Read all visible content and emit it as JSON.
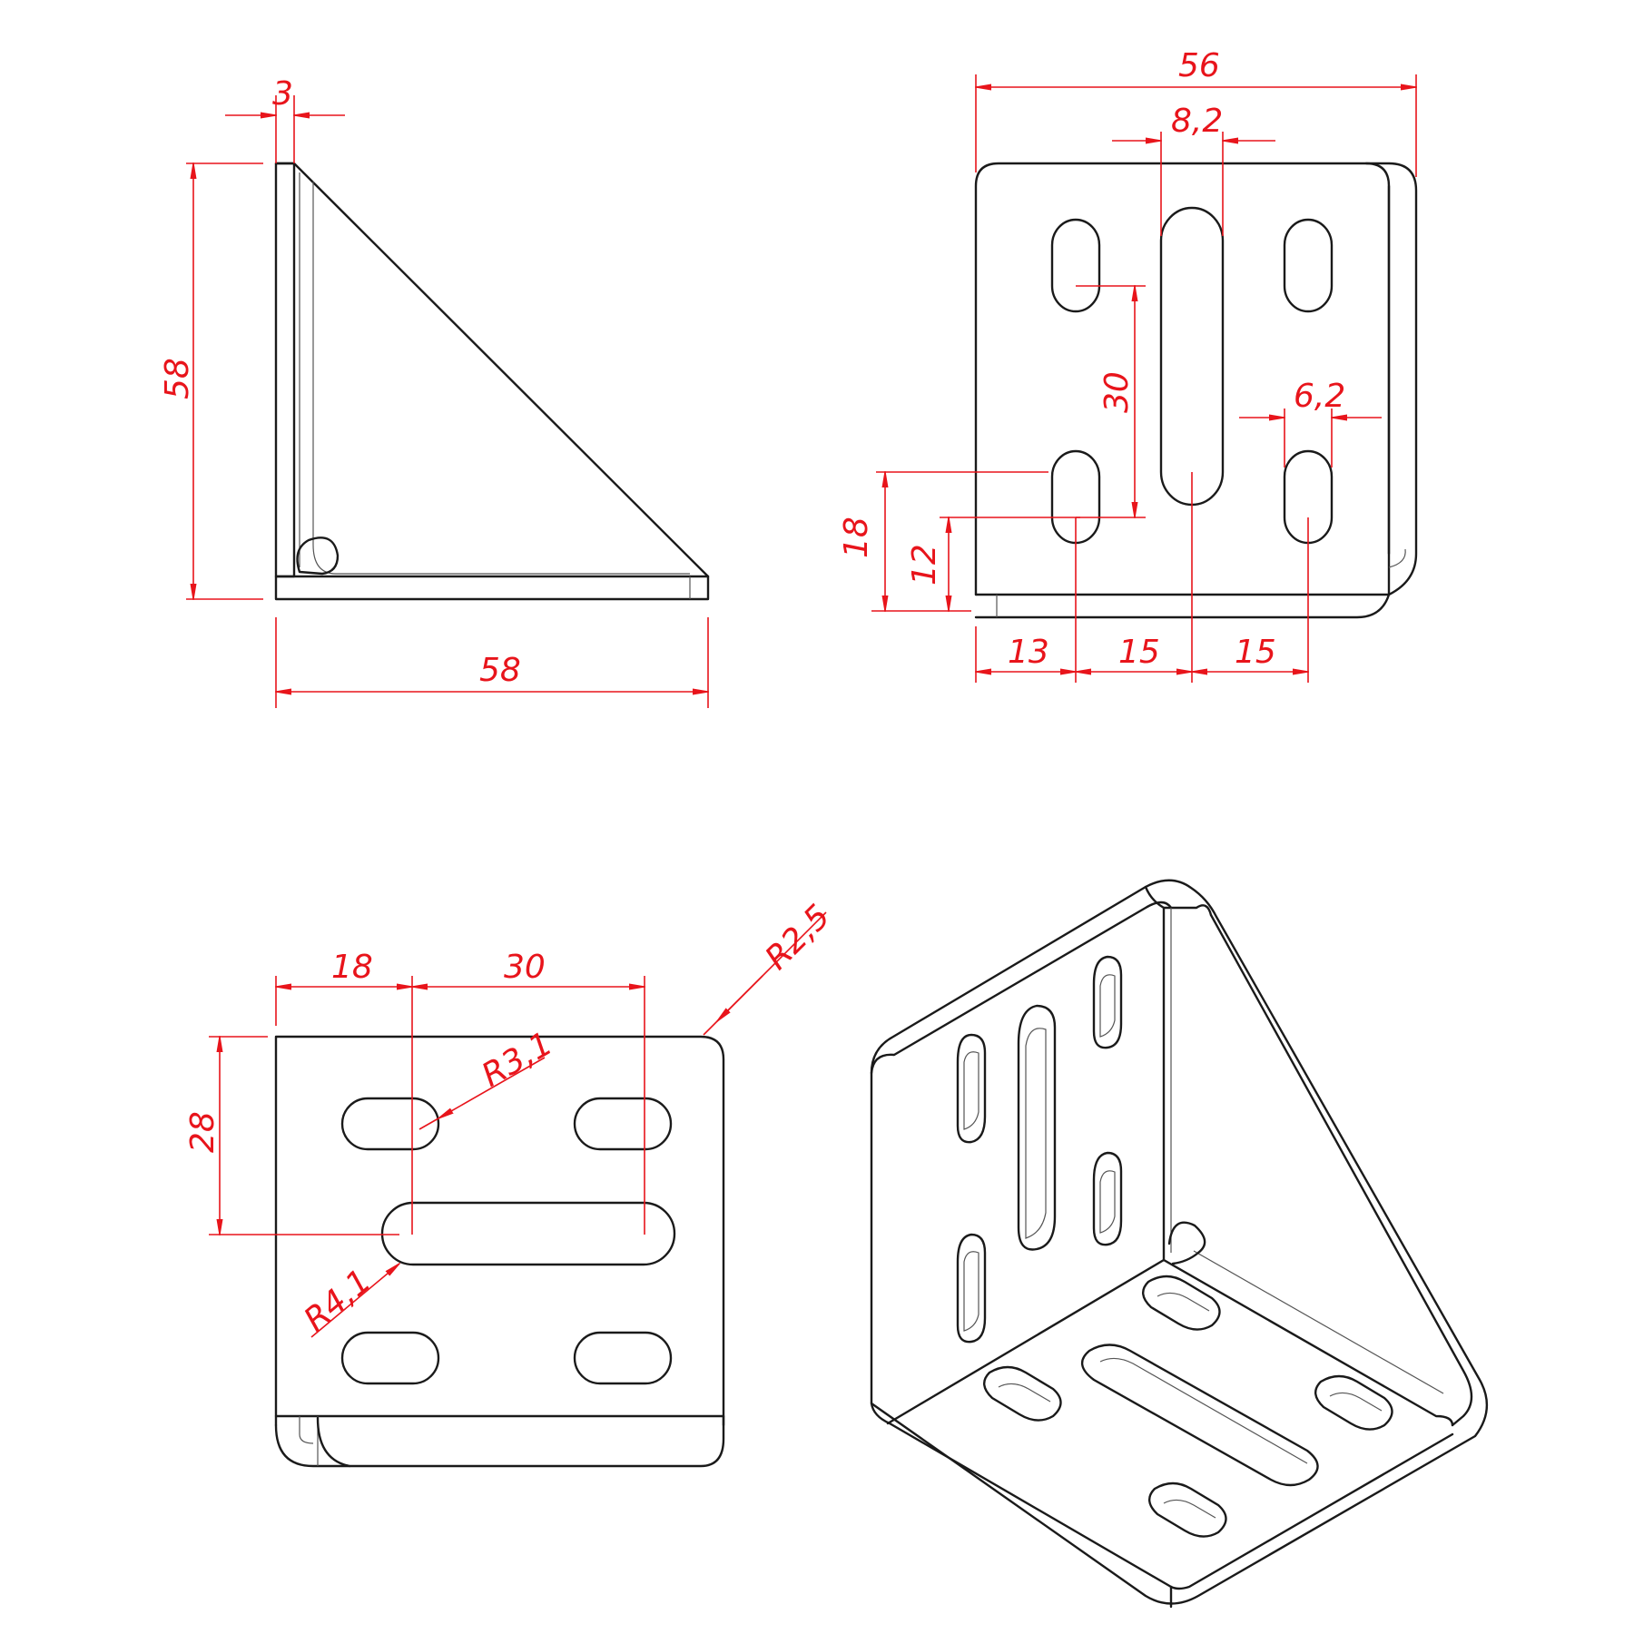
{
  "colors": {
    "outline": "#1a1a1a",
    "dimension": "#e8141b",
    "background": "#ffffff"
  },
  "views": {
    "side": {
      "dims": {
        "thickness": "3",
        "height": "58",
        "width": "58"
      }
    },
    "front": {
      "dims": {
        "overall_width": "56",
        "center_slot_width": "8,2",
        "slot_spacing_vertical": "30",
        "small_slot_width": "6,2",
        "hole_height_upper": "18",
        "hole_height_lower": "12",
        "offset_left": "13",
        "spacing_1": "15",
        "spacing_2": "15"
      }
    },
    "top": {
      "dims": {
        "left_offset": "18",
        "slot_span": "30",
        "depth": "28",
        "corner_radius": "R2,5",
        "small_slot_radius": "R3,1",
        "long_slot_radius": "R4,1"
      }
    },
    "isometric": {}
  }
}
